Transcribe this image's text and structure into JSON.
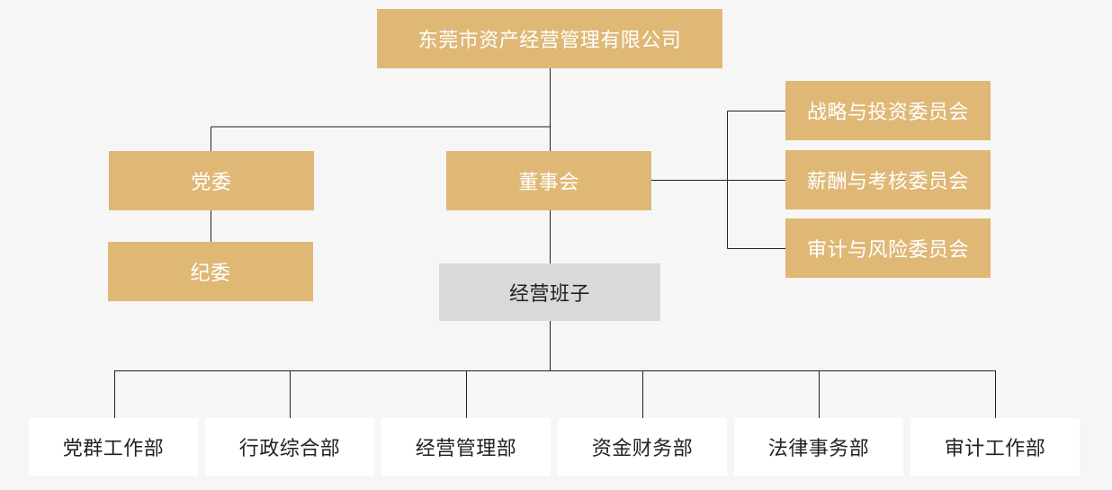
{
  "org": {
    "root": "东莞市资产经营管理有限公司",
    "party": "党委",
    "discipline": "纪委",
    "board": "董事会",
    "committees": [
      "战略与投资委员会",
      "薪酬与考核委员会",
      "审计与风险委员会"
    ],
    "management": "经营班子",
    "departments": [
      "党群工作部",
      "行政综合部",
      "经营管理部",
      "资金财务部",
      "法律事务部",
      "审计工作部"
    ]
  },
  "colors": {
    "gold_box": "#dfb876",
    "management_box": "#d9d9d9",
    "department_box": "#ffffff",
    "connector_line": "#222222",
    "background": "#f6f6f6"
  }
}
